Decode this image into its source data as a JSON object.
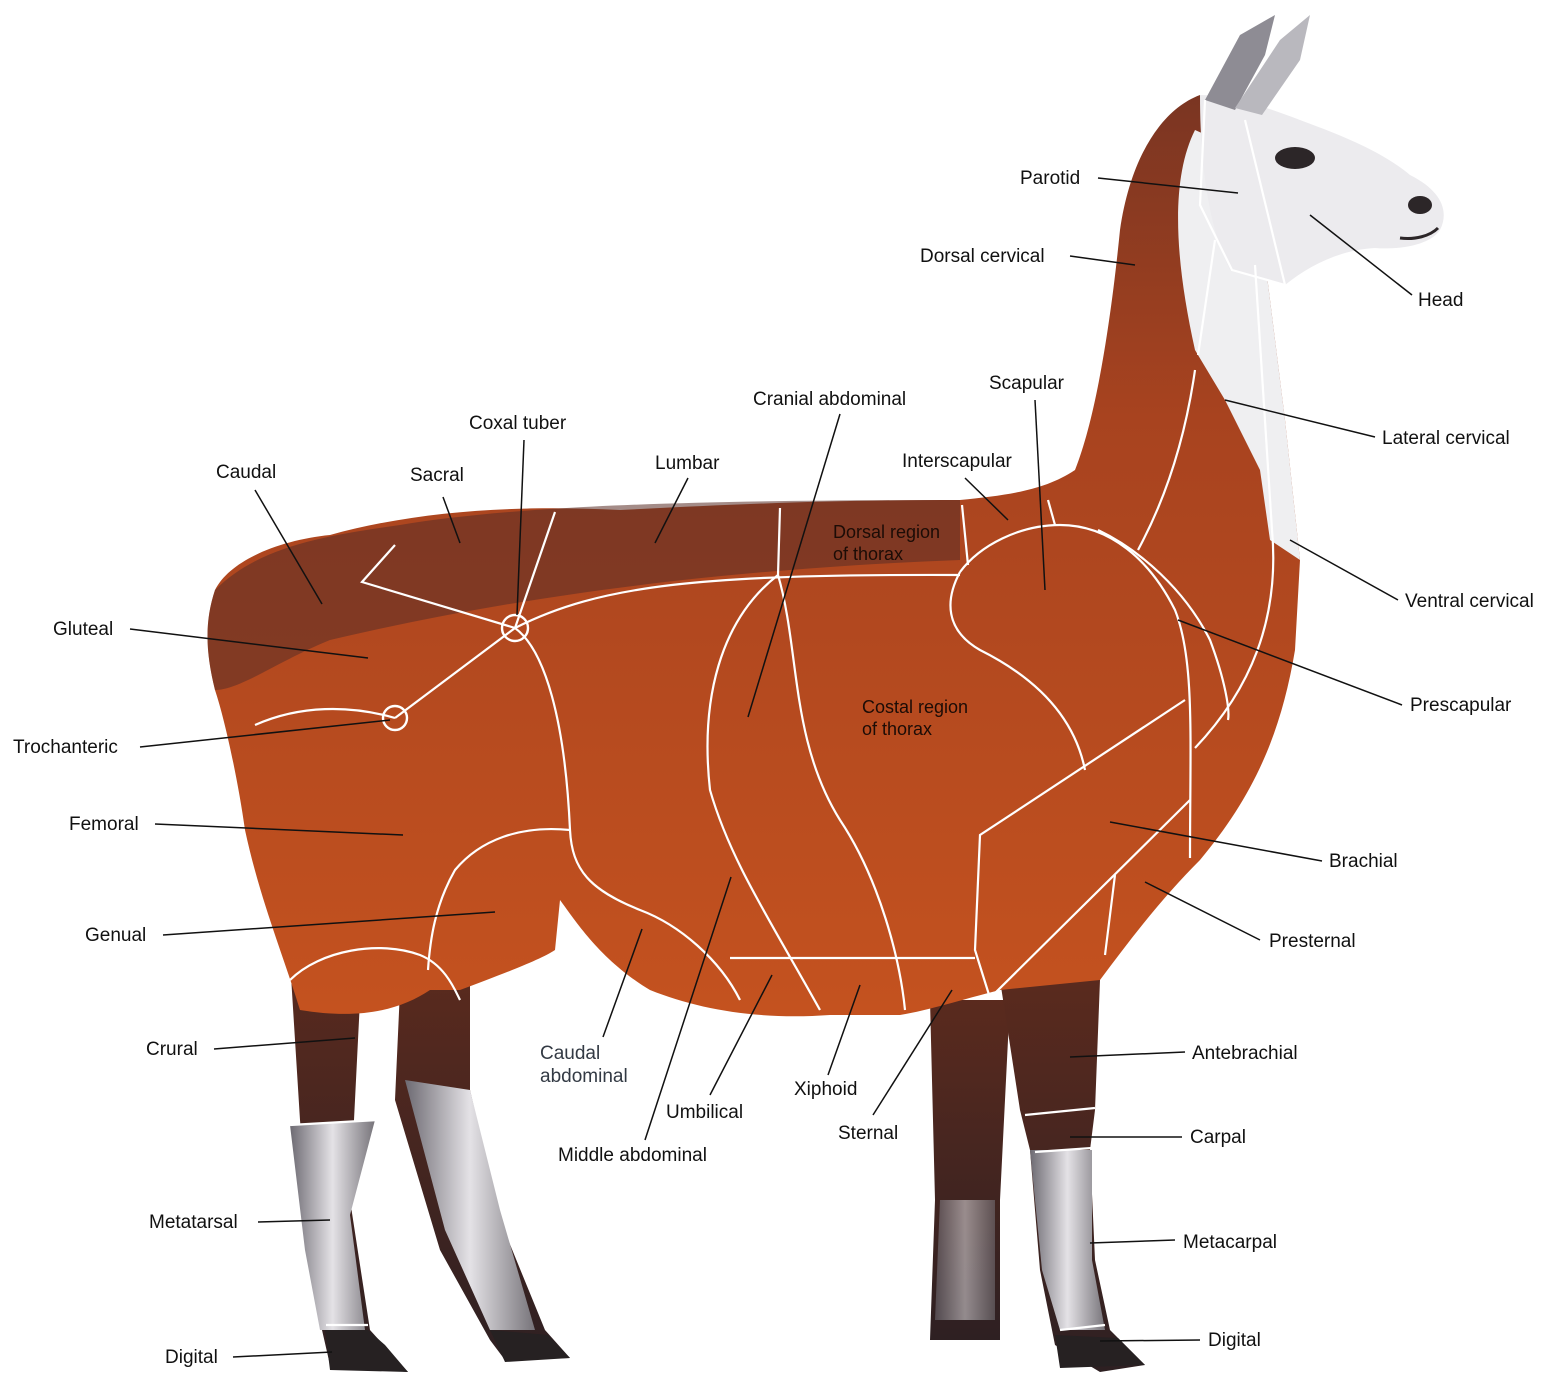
{
  "colors": {
    "fur": "#b5461f",
    "fur_dark": "#5a2a1e",
    "face": "#eeeef0",
    "hoof": "#2a2526",
    "leader": "#111111",
    "region_line": "#ffffff"
  },
  "labels": {
    "parotid": "Parotid",
    "dorsal_cervical": "Dorsal cervical",
    "head": "Head",
    "scapular": "Scapular",
    "cranial_abdominal": "Cranial abdominal",
    "coxal_tuber": "Coxal tuber",
    "lateral_cervical": "Lateral cervical",
    "caudal": "Caudal",
    "sacral": "Sacral",
    "lumbar": "Lumbar",
    "interscapular": "Interscapular",
    "dorsal_region_thorax_1": "Dorsal region",
    "dorsal_region_thorax_2": "of thorax",
    "ventral_cervical": "Ventral cervical",
    "gluteal": "Gluteal",
    "prescapular": "Prescapular",
    "costal_region_thorax_1": "Costal region",
    "costal_region_thorax_2": "of thorax",
    "trochanteric": "Trochanteric",
    "femoral": "Femoral",
    "brachial": "Brachial",
    "genual": "Genual",
    "presternal": "Presternal",
    "crural": "Crural",
    "caudal_abdominal_1": "Caudal",
    "caudal_abdominal_2": "abdominal",
    "antebrachial": "Antebrachial",
    "xiphoid": "Xiphoid",
    "umbilical": "Umbilical",
    "sternal": "Sternal",
    "carpal": "Carpal",
    "middle_abdominal": "Middle abdominal",
    "metatarsal": "Metatarsal",
    "metacarpal": "Metacarpal",
    "digital_hind": "Digital",
    "digital_fore": "Digital"
  }
}
